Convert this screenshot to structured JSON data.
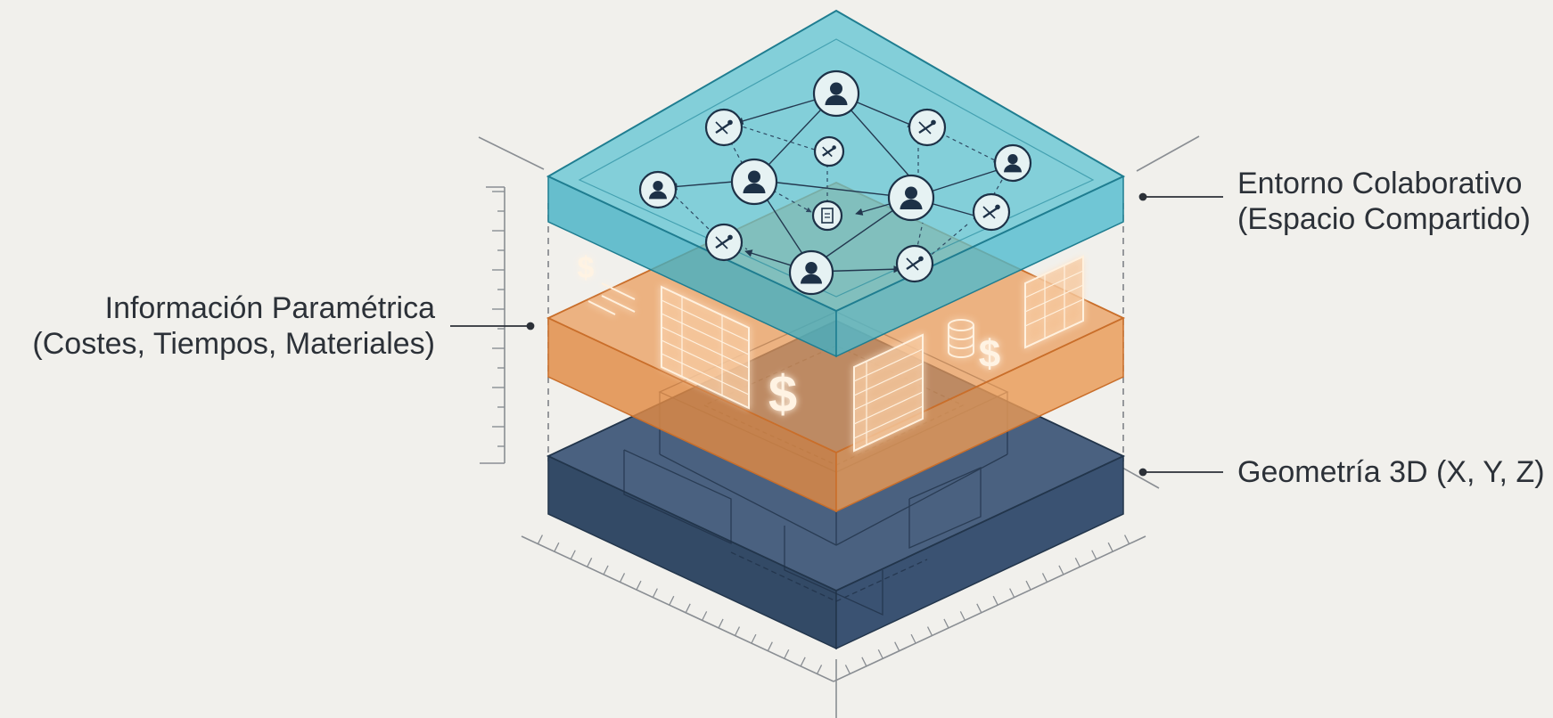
{
  "layers": {
    "top": {
      "name": "Entorno Colaborativo",
      "sub": "(Espacio Compartido)",
      "color": "#4fb8c9"
    },
    "middle": {
      "name": "Información Paramétrica",
      "sub": "(Costes, Tiempos, Materiales)",
      "color": "#e8924a"
    },
    "bottom": {
      "name": "Geometría 3D (X, Y, Z)",
      "color": "#3f5878"
    }
  },
  "symbols": {
    "currency": "$"
  },
  "colors": {
    "background": "#f1f0ec",
    "text": "#2c3138",
    "line": "#7b7f85"
  }
}
